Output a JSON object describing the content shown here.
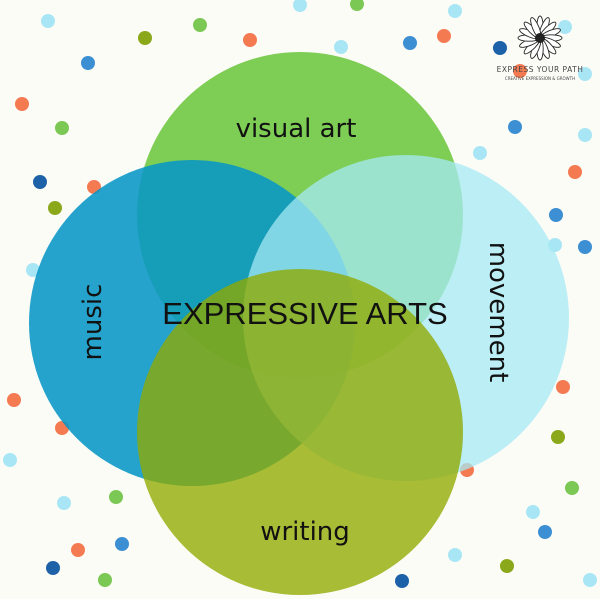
{
  "diagram": {
    "center_label": "EXPRESSIVE ARTS",
    "circles": [
      {
        "id": "visual-art",
        "label": "visual art",
        "color": "#6cc63e"
      },
      {
        "id": "music",
        "label": "music",
        "color": "#0896c6"
      },
      {
        "id": "movement",
        "label": "movement",
        "color": "#a5eaf4"
      },
      {
        "id": "writing",
        "label": "writing",
        "color": "#8fa900"
      }
    ]
  },
  "logo": {
    "title": "EXPRESS YOUR PATH",
    "subtitle": "CREATIVE EXPRESSION & GROWTH",
    "icon": "flower-icon"
  },
  "dot_colors": [
    "#f47a52",
    "#7cc855",
    "#3c8fd3",
    "#a9e6f5",
    "#8aa81a",
    "#1d62a8"
  ]
}
